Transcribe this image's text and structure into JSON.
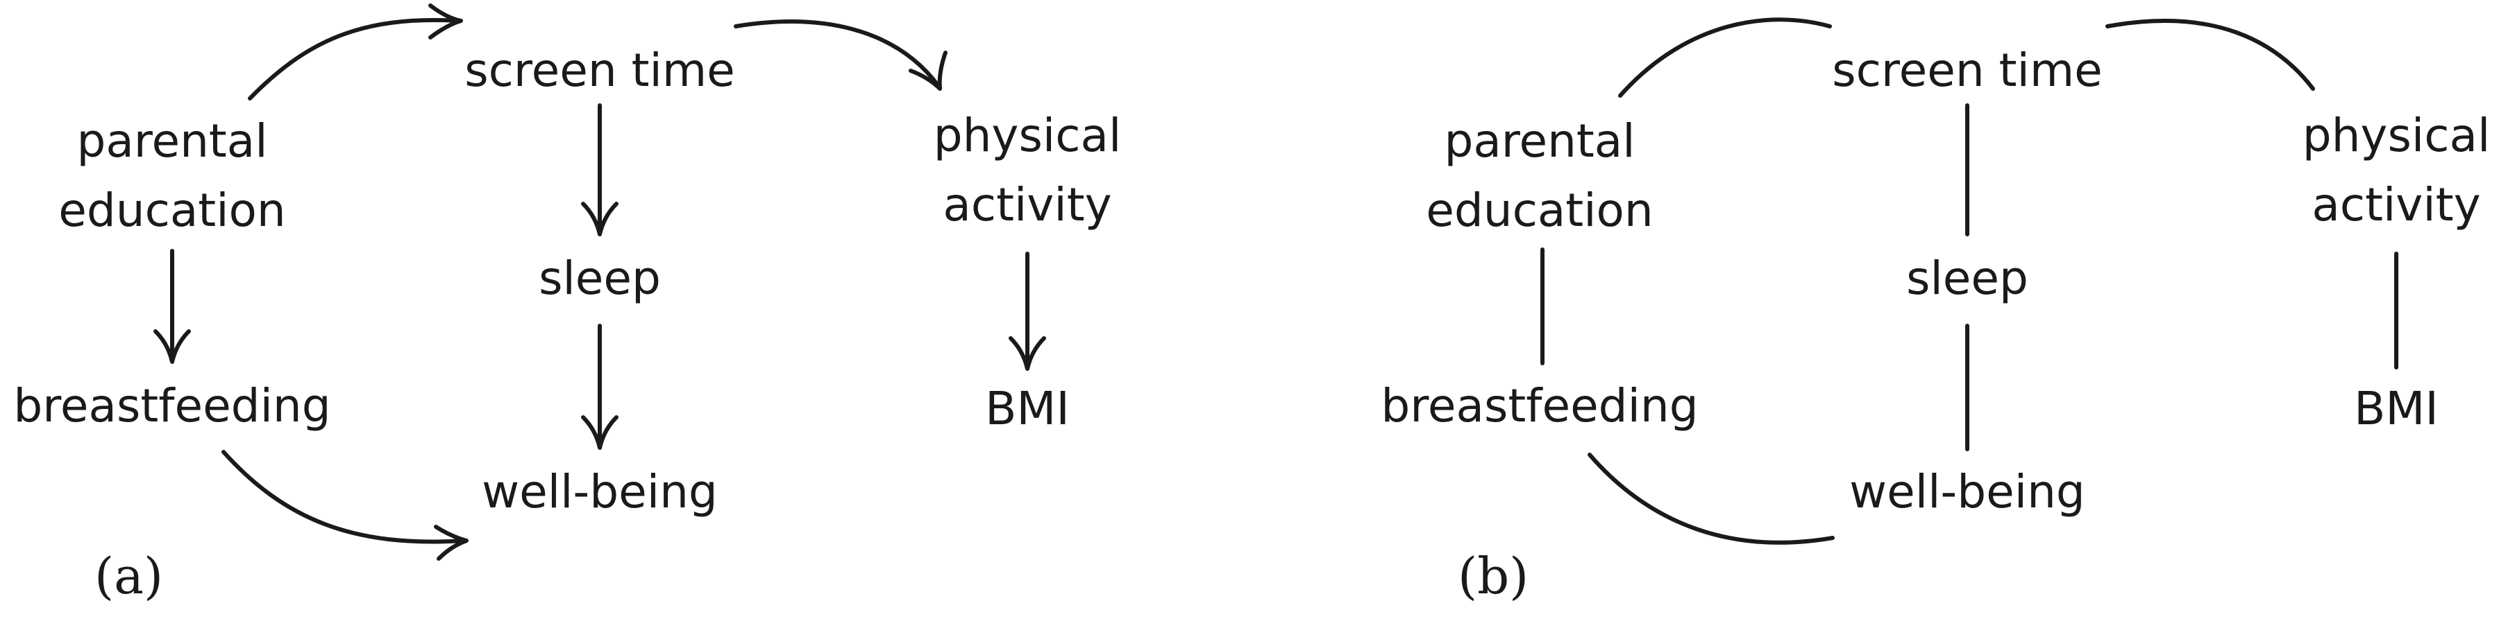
{
  "panel_a": {
    "label": "(a)",
    "nodes": {
      "parental_education_line1": "parental",
      "parental_education_line2": "education",
      "screen_time": "screen time",
      "physical_activity_line1": "physical",
      "physical_activity_line2": "activity",
      "breastfeeding": "breastfeeding",
      "sleep": "sleep",
      "well_being": "well-being",
      "bmi": "BMI"
    },
    "edges": [
      {
        "from": "parental education",
        "to": "screen time",
        "directed": true
      },
      {
        "from": "screen time",
        "to": "physical activity",
        "directed": true
      },
      {
        "from": "parental education",
        "to": "breastfeeding",
        "directed": true
      },
      {
        "from": "screen time",
        "to": "sleep",
        "directed": true
      },
      {
        "from": "sleep",
        "to": "well-being",
        "directed": true
      },
      {
        "from": "breastfeeding",
        "to": "well-being",
        "directed": true
      },
      {
        "from": "physical activity",
        "to": "BMI",
        "directed": true
      }
    ]
  },
  "panel_b": {
    "label": "(b)",
    "nodes": {
      "parental_education_line1": "parental",
      "parental_education_line2": "education",
      "screen_time": "screen time",
      "physical_activity_line1": "physical",
      "physical_activity_line2": "activity",
      "breastfeeding": "breastfeeding",
      "sleep": "sleep",
      "well_being": "well-being",
      "bmi": "BMI"
    },
    "edges": [
      {
        "from": "parental education",
        "to": "screen time",
        "directed": false
      },
      {
        "from": "screen time",
        "to": "physical activity",
        "directed": false
      },
      {
        "from": "parental education",
        "to": "breastfeeding",
        "directed": false
      },
      {
        "from": "screen time",
        "to": "sleep",
        "directed": false
      },
      {
        "from": "sleep",
        "to": "well-being",
        "directed": false
      },
      {
        "from": "breastfeeding",
        "to": "well-being",
        "directed": false
      },
      {
        "from": "physical activity",
        "to": "BMI",
        "directed": false
      }
    ]
  }
}
